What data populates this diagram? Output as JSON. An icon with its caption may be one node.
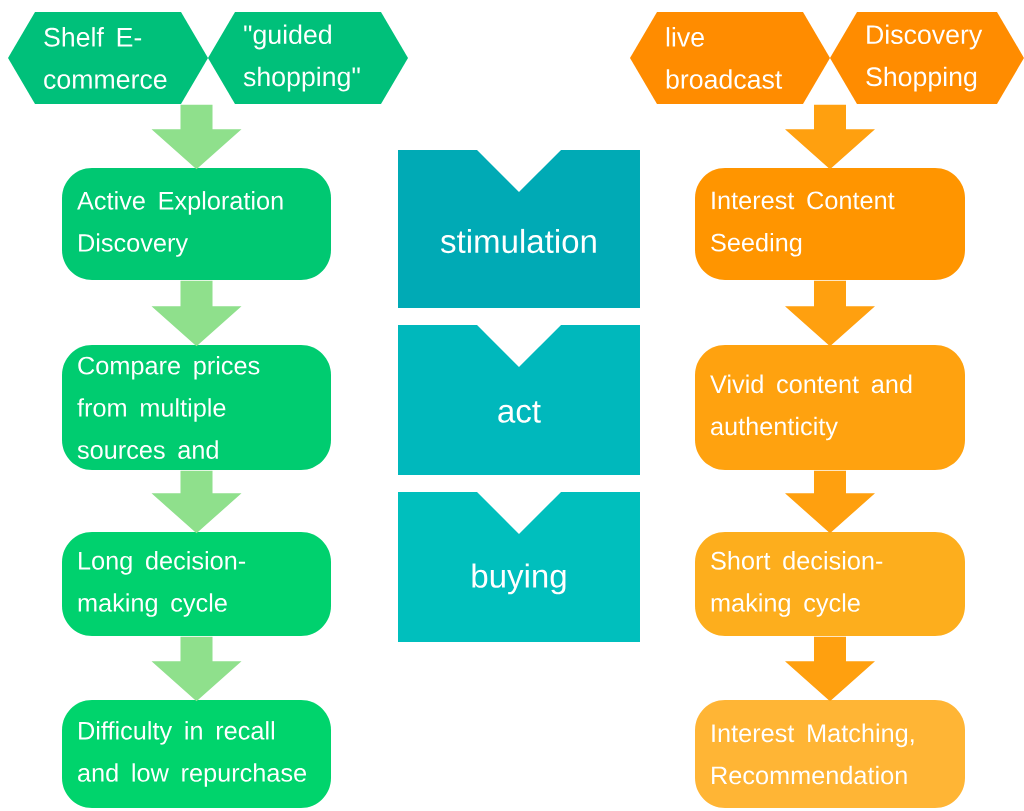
{
  "diagram": {
    "nodes": [
      {
        "text": [
          "Shelf E-commerce"
        ]
      },
      {
        "text": [
          "\"guided shopping\""
        ]
      },
      {
        "text": [
          "live broadcast"
        ]
      },
      {
        "text": [
          "Discovery Shopping"
        ]
      },
      {
        "text": [
          "Active Exploration Discovery"
        ]
      },
      {
        "text": [
          "Compare prices from multiple sources and"
        ]
      },
      {
        "text": [
          "Long decision-making cycle"
        ]
      },
      {
        "text": [
          "Difficulty in recall and low repurchase"
        ]
      },
      {
        "text": [
          "stimulation"
        ]
      },
      {
        "text": [
          "act"
        ]
      },
      {
        "text": [
          "buying"
        ]
      },
      {
        "text": [
          "Interest Content Seeding"
        ]
      },
      {
        "text": [
          "Vivid content and authenticity"
        ]
      },
      {
        "text": [
          "Short decision-making cycle"
        ]
      },
      {
        "text": [
          "Interest Matching, Recommendation"
        ]
      }
    ],
    "edges": [
      {
        "from": 0,
        "to": 4,
        "arrow": "to",
        "color": "#8fe08c"
      },
      {
        "from": 4,
        "to": 5,
        "arrow": "to",
        "color": "#8fe08c"
      },
      {
        "from": 5,
        "to": 6,
        "arrow": "to",
        "color": "#8fe08c"
      },
      {
        "from": 6,
        "to": 7,
        "arrow": "to",
        "color": "#8fe08c"
      },
      {
        "from": 3,
        "to": 11,
        "arrow": "to",
        "color": "#ffa00f"
      },
      {
        "from": 11,
        "to": 12,
        "arrow": "to",
        "color": "#ffa00f"
      },
      {
        "from": 12,
        "to": 13,
        "arrow": "to",
        "color": "#ffa00f"
      },
      {
        "from": 13,
        "to": 14,
        "arrow": "to",
        "color": "#ffa00f"
      }
    ]
  }
}
